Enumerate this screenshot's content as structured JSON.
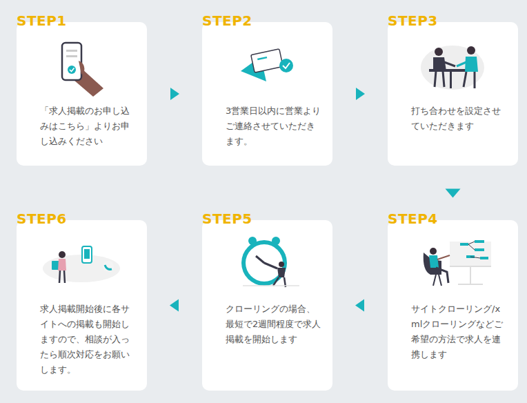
{
  "diagram": {
    "nodes": [
      {
        "text": [
          "STEP1",
          "「求人掲載のお申し込みはこちら」よりお申し込みください"
        ]
      },
      {
        "text": [
          "STEP2",
          "3営業日以内に営業よりご連絡させていただきます。"
        ]
      },
      {
        "text": [
          "STEP3",
          "打ち合わせを設定させていただきます"
        ]
      },
      {
        "text": [
          "STEP4",
          "サイトクローリング/xmlクローリングなどご希望の方法で求人を連携します"
        ]
      },
      {
        "text": [
          "STEP5",
          "クローリングの場合、最短で2週間程度で求人掲載を開始します"
        ]
      },
      {
        "text": [
          "STEP6",
          "求人掲載開始後に各サイトへの掲載も開始しますので、相談が入ったら順次対応をお願いします。"
        ]
      }
    ],
    "edges": [
      {
        "from": 0,
        "to": 1,
        "arrow": "to"
      },
      {
        "from": 1,
        "to": 2,
        "arrow": "to"
      },
      {
        "from": 2,
        "to": 3,
        "arrow": "to"
      },
      {
        "from": 3,
        "to": 4,
        "arrow": "to"
      },
      {
        "from": 4,
        "to": 5,
        "arrow": "to"
      }
    ]
  }
}
